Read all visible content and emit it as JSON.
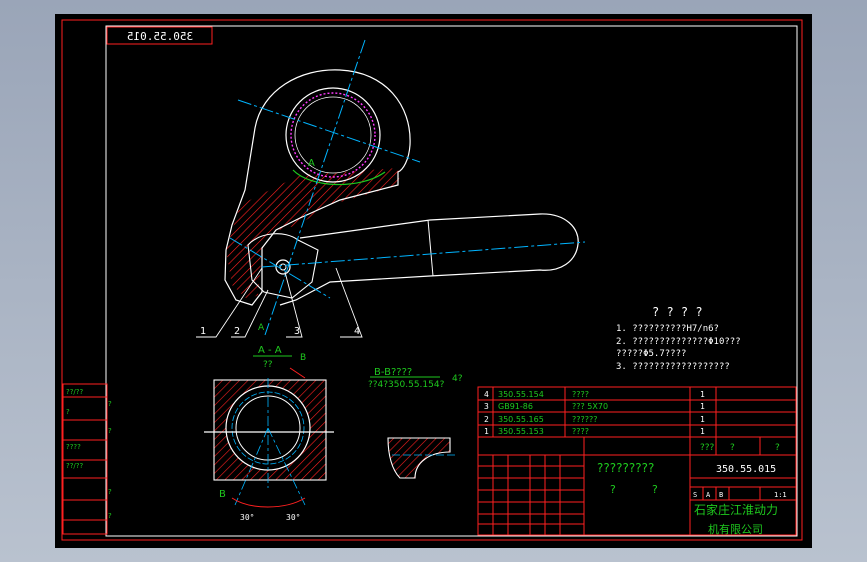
{
  "colors": {
    "background": "#000000",
    "frame": "#ff0000",
    "outline": "#ffffff",
    "centerline": "#00b4ff",
    "text": "#1ec81e",
    "hatch": "#ff0000",
    "spline": "#ff3cff"
  },
  "drawing": {
    "code_mirrored": "350.55.015",
    "title_block": {
      "drawing_no": "350.55.015",
      "name": "?????????",
      "name_sub": [
        "?",
        "?"
      ],
      "company_line1": "石家庄江淮动力",
      "company_line2": "机有限公司",
      "stage_marks": [
        "S",
        "A",
        "B"
      ],
      "scale": "1:1",
      "row_marks": [
        "???",
        "?",
        "?"
      ]
    },
    "parts_list": [
      {
        "no": "4",
        "code": "350.55.154",
        "name": "????",
        "qty": "1"
      },
      {
        "no": "3",
        "code": "GB91-86",
        "name": "??? 5X70",
        "qty": "1"
      },
      {
        "no": "2",
        "code": "350.55.165",
        "name": "??????",
        "qty": "1"
      },
      {
        "no": "1",
        "code": "350.55.153",
        "name": "????",
        "qty": "1"
      }
    ],
    "tech_requirements": {
      "heading": "? ? ? ?",
      "items": [
        "1. ??????????H7/n6?",
        "2. ??????????????Φ10???",
        "    ?????Φ5.7????",
        "3. ??????????????????"
      ]
    },
    "leaders": [
      "1",
      "2",
      "3",
      "4"
    ],
    "section_mark": "A",
    "section_a": {
      "title": "A - A",
      "sub": "??",
      "mark": "B"
    },
    "section_b": {
      "title": "B-B????",
      "sub": "??4?350.55.154?",
      "tail": "4?"
    },
    "angles": [
      "30°",
      "30°"
    ],
    "view_mark_b": "B",
    "left_stamp": [
      "??/??",
      "?",
      "?",
      "????",
      "??/??",
      "?",
      "?",
      "?"
    ]
  }
}
